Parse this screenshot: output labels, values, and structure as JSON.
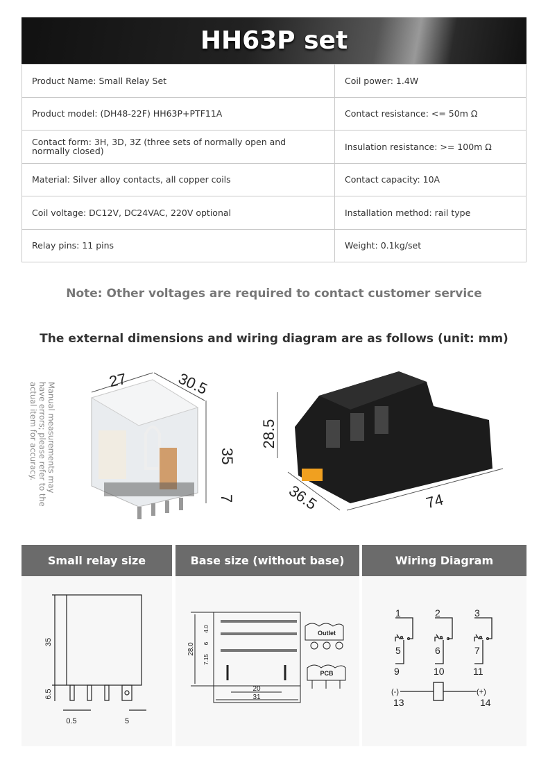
{
  "header": {
    "title": "HH63P set"
  },
  "specs": [
    {
      "left": "Product Name: Small Relay Set",
      "right": "Coil power: 1.4W"
    },
    {
      "left": "Product model: (DH48-22F) HH63P+PTF11A",
      "right": "Contact resistance: <= 50m Ω"
    },
    {
      "left": "Contact form: 3H, 3D, 3Z (three sets of normally open and normally closed)",
      "right": "Insulation resistance: >= 100m Ω"
    },
    {
      "left": "Material: Silver alloy contacts, all copper coils",
      "right": "Contact capacity: 10A"
    },
    {
      "left": "Coil voltage: DC12V, DC24VAC, 220V optional",
      "right": "Installation method: rail type"
    },
    {
      "left": "Relay pins: 11 pins",
      "right": "Weight: 0.1kg/set"
    }
  ],
  "note": "Note: Other voltages are required to contact customer service",
  "subtitle": "The external dimensions and wiring diagram are as follows (unit: mm)",
  "measure_note": "Manual measurements may have errors; please refer to the actual item for accuracy.",
  "relay_dims": {
    "width": "27",
    "depth": "30.5",
    "height": "35",
    "pin": "7"
  },
  "base_dims": {
    "height": "28.5",
    "depth": "36.5",
    "length": "74"
  },
  "sections": {
    "relay": "Small relay size",
    "base": "Base size (without base)",
    "wiring": "Wiring Diagram"
  },
  "relay_drawing": {
    "h": "35",
    "pin": "6.5",
    "pin_w": "0.5",
    "pitch": "5"
  },
  "base_drawing": {
    "h": "28.0",
    "a": "4.0",
    "b": "6",
    "c": "7.15",
    "w1": "20",
    "w2": "31",
    "outlet": "Outlet",
    "pcb": "PCB"
  },
  "wiring": {
    "top": [
      "1",
      "2",
      "3"
    ],
    "mid": [
      "5",
      "6",
      "7"
    ],
    "bot": [
      "9",
      "10",
      "11"
    ],
    "neg": "(-)",
    "pos": "(+)",
    "coil": [
      "13",
      "14"
    ]
  }
}
